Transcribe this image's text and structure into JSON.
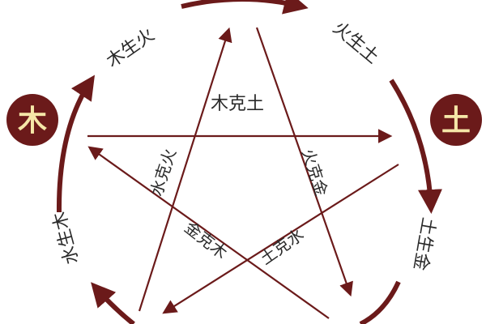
{
  "colors": {
    "line": "#6b1a1a",
    "node_fill": "#6b1a1a",
    "node_text": "#f5e6a8"
  },
  "nodes": {
    "wood": "木",
    "earth": "土"
  },
  "generating": {
    "wood_fire": "木生火",
    "fire_earth": "火生土",
    "earth_metal": "土生金",
    "water_wood": "水生木"
  },
  "overcoming": {
    "wood_earth": "木克土",
    "water_fire": "水克火",
    "fire_metal": "火克金",
    "metal_wood": "金克木",
    "earth_water": "土克水"
  }
}
